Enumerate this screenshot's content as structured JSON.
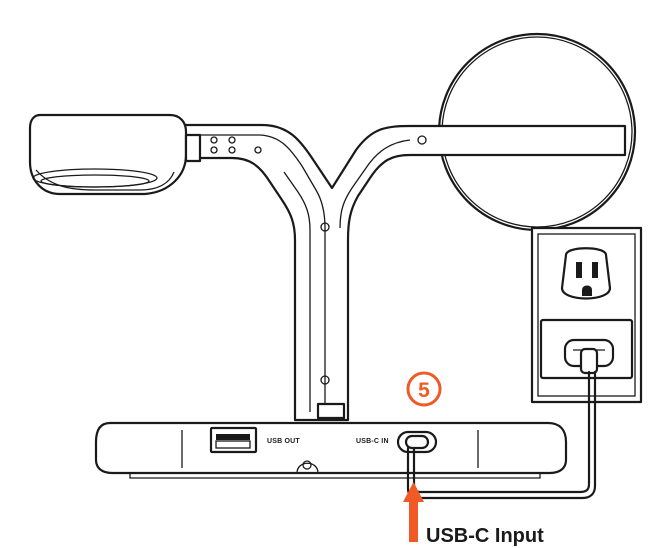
{
  "labels": {
    "usb_out": "USB OUT",
    "usb_c_in": "USB-C IN",
    "step_number": "5",
    "callout": "USB-C Input"
  },
  "colors": {
    "accent": "#f15a24",
    "line": "#1a1a1a",
    "background": "#ffffff"
  }
}
